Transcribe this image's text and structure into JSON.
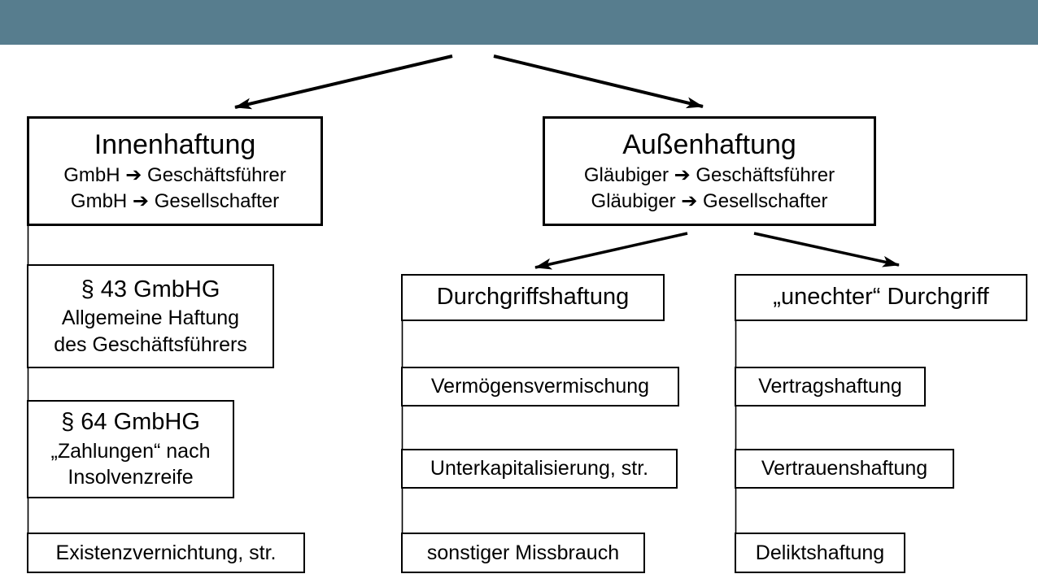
{
  "theme": {
    "header_color": "#577D8E",
    "background_color": "#FFFFFF",
    "box_border_color": "#000000",
    "text_color": "#000000"
  },
  "tree": {
    "inner_liability": {
      "title": "Innenhaftung",
      "line1": "GmbH ➔ Geschäftsführer",
      "line2": "GmbH ➔ Gesellschafter"
    },
    "outer_liability": {
      "title": "Außenhaftung",
      "line1": "Gläubiger ➔ Geschäftsführer",
      "line2": "Gläubiger ➔ Gesellschafter"
    },
    "inner_children": {
      "section43": {
        "title": "§ 43 GmbHG",
        "line1": "Allgemeine Haftung",
        "line2": "des Geschäftsführers"
      },
      "section64": {
        "title": "§ 64 GmbHG",
        "line1": "„Zahlungen“ nach",
        "line2": "Insolvenzreife"
      },
      "existenz": {
        "label": "Existenzvernichtung, str."
      }
    },
    "piercing_branch": {
      "header": "Durchgriffshaftung",
      "item1": "Vermögensvermischung",
      "item2": "Unterkapitalisierung, str.",
      "item3": "sonstiger Missbrauch"
    },
    "quasi_piercing_branch": {
      "header": "„unechter“ Durchgriff",
      "item1": "Vertragshaftung",
      "item2": "Vertrauenshaftung",
      "item3": "Deliktshaftung"
    }
  }
}
